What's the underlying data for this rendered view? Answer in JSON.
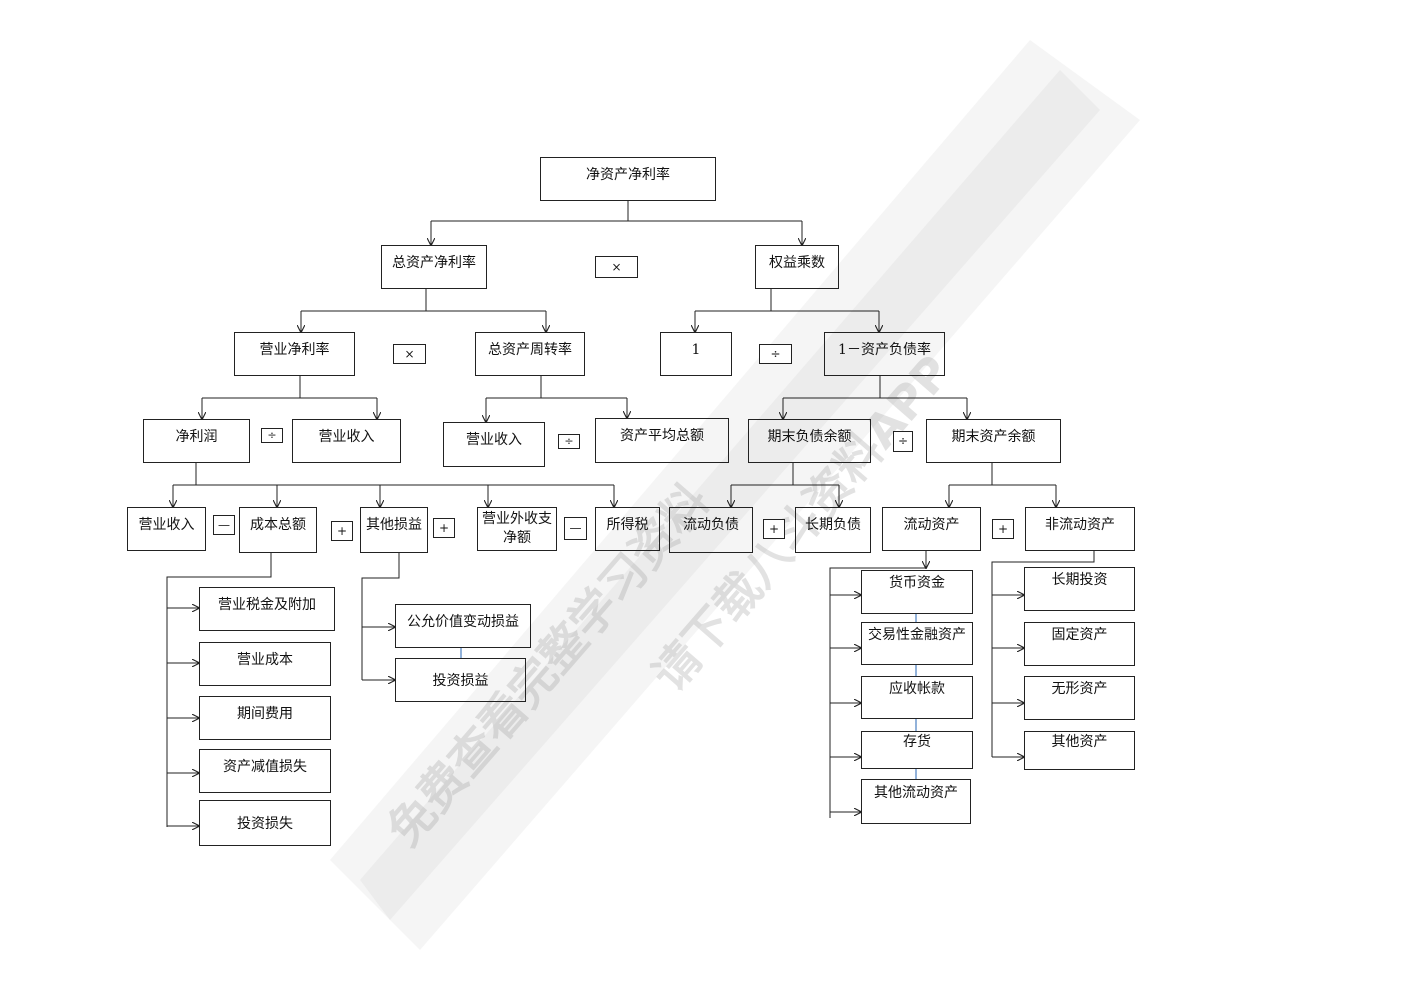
{
  "watermark": {
    "line1": "免费查看完整学习资料",
    "line2": "请下载八斗资料APP"
  },
  "nodes": {
    "roe": "净资产净利率",
    "roa": "总资产净利率",
    "equity_multiplier": "权益乘数",
    "net_margin": "营业净利率",
    "asset_turnover": "总资产周转率",
    "one": "1",
    "one_minus_debt_ratio": "1－资产负债率",
    "net_profit": "净利润",
    "revenue_a": "营业收入",
    "revenue_b": "营业收入",
    "avg_total_assets": "资产平均总额",
    "ending_liabilities": "期末负债余额",
    "ending_assets": "期末资产余额",
    "revenue_c": "营业收入",
    "total_cost": "成本总额",
    "other_gains": "其他损益",
    "non_operating": "营业外收支净额",
    "income_tax": "所得税",
    "current_liabilities": "流动负债",
    "long_term_liabilities": "长期负债",
    "current_assets": "流动资产",
    "non_current_assets": "非流动资产",
    "business_tax": "营业税金及附加",
    "operating_cost": "营业成本",
    "period_expenses": "期间费用",
    "impairment_loss": "资产减值损失",
    "investment_loss": "投资损失",
    "fair_value_change": "公允价值变动损益",
    "investment_gain": "投资损益",
    "monetary_funds": "货币资金",
    "trading_financial_assets": "交易性金融资产",
    "accounts_receivable": "应收帐款",
    "inventory": "存货",
    "other_current_assets": "其他流动资产",
    "long_term_investment": "长期投资",
    "fixed_assets": "固定资产",
    "intangible_assets": "无形资产",
    "other_assets": "其他资产"
  },
  "operators": {
    "mul_1": "×",
    "mul_2": "×",
    "div_1": "÷",
    "div_2": "÷",
    "div_3": "÷",
    "div_4": "÷",
    "minus_1": "—",
    "plus_1": "+",
    "plus_2": "+",
    "minus_2": "—",
    "plus_3": "+",
    "plus_4": "+"
  }
}
